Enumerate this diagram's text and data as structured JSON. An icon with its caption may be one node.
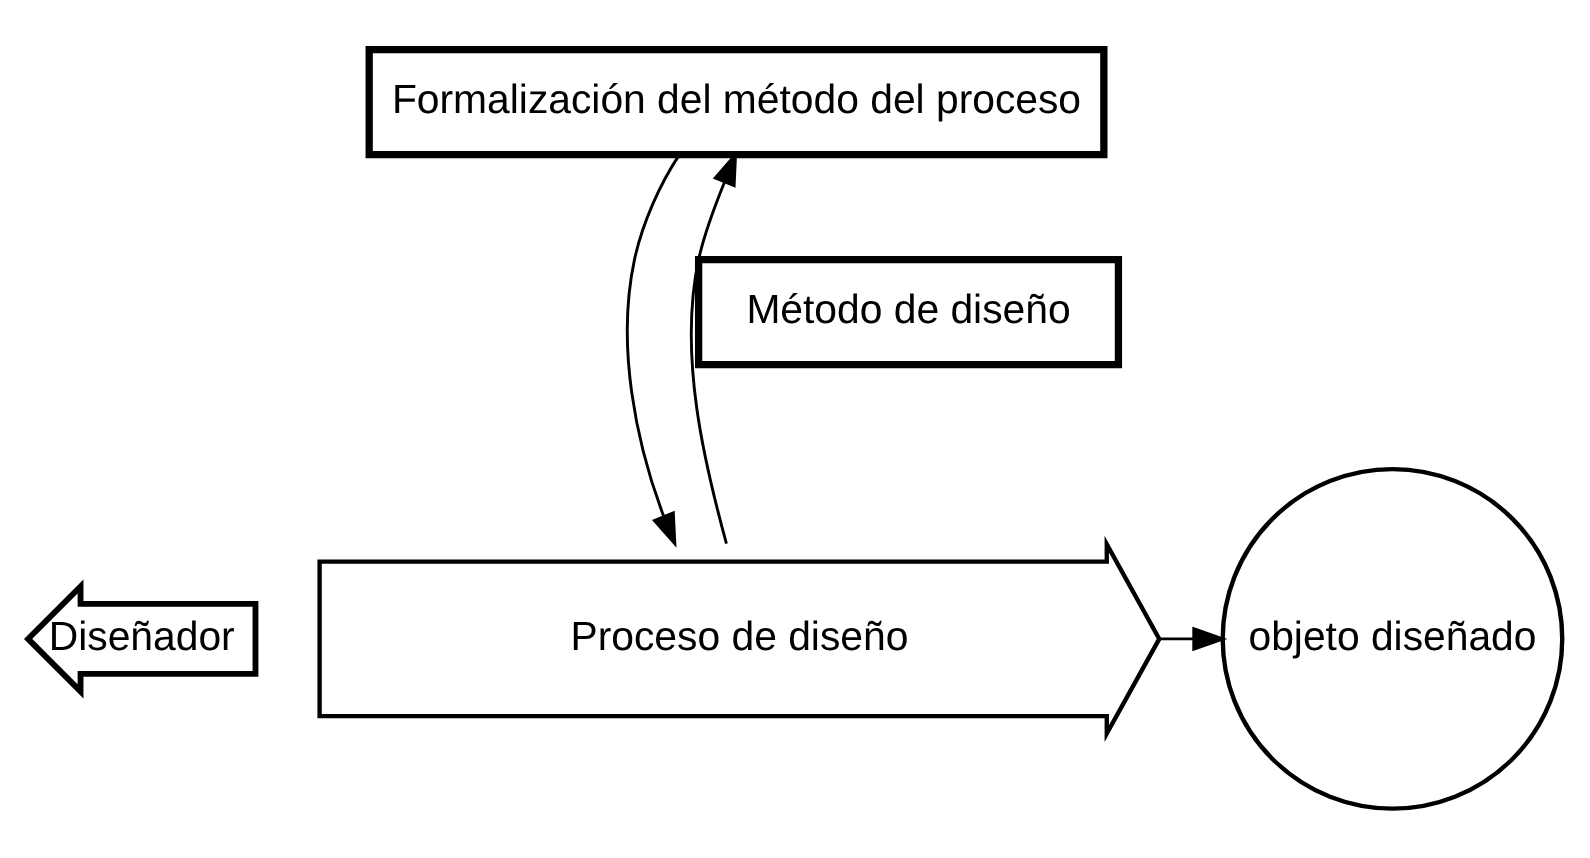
{
  "diagram": {
    "nodes": [
      {
        "text": [
          "Diseñador"
        ]
      },
      {
        "text": [
          "Proceso de diseño"
        ]
      },
      {
        "text": [
          "objeto diseñado"
        ]
      },
      {
        "text": [
          "Formalización del método del proceso"
        ]
      },
      {
        "text": [
          "Método de diseño"
        ]
      }
    ],
    "edges": [
      {
        "from": 1,
        "to": 3,
        "arrow": "to"
      },
      {
        "from": 3,
        "to": 1,
        "arrow": "to"
      },
      {
        "from": 1,
        "to": 2,
        "arrow": "to"
      }
    ]
  }
}
